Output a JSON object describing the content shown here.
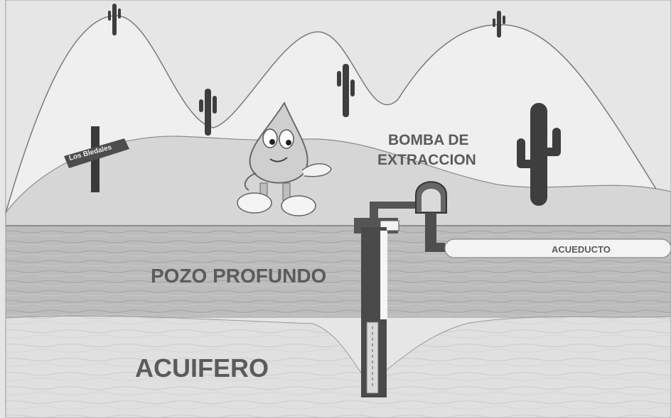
{
  "labels": {
    "pump": [
      "BOMBA DE",
      "EXTRACCION"
    ],
    "aqueduct": "ACUEDUCTO",
    "well": "POZO PROFUNDO",
    "aquifer": "ACUIFERO",
    "sign": "Los Bledales"
  },
  "colors": {
    "sky": "#e6e6e6",
    "hills": "#eeeeee",
    "ground": "#d4d4d4",
    "rock_layer": "#b9b9b9",
    "aquifer": "#dedede",
    "pipe": "#4a4a4a",
    "label": "#5b5b5b"
  }
}
